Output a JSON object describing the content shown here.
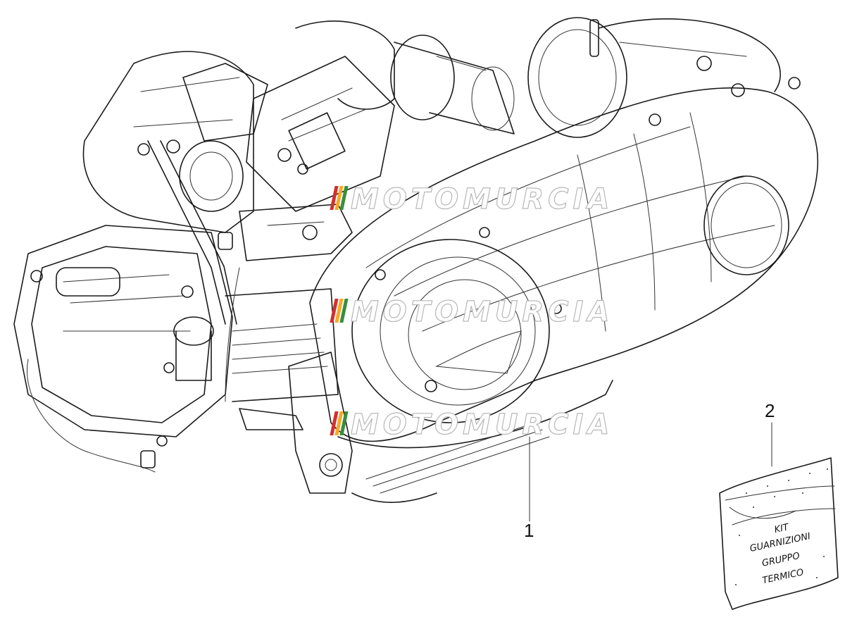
{
  "callouts": [
    {
      "number": "1"
    },
    {
      "number": "2"
    }
  ],
  "kit_label": {
    "line1": "KIT",
    "line2": "GUARNIZIONI",
    "line3": "GRUPPO",
    "line4": "TERMICO"
  },
  "watermark": {
    "text": "MOTOMURCIA",
    "colors": [
      "#d32f2f",
      "#f9a825",
      "#388e3c"
    ]
  },
  "colors": {
    "line": "#1a1a1a",
    "background": "#ffffff"
  }
}
